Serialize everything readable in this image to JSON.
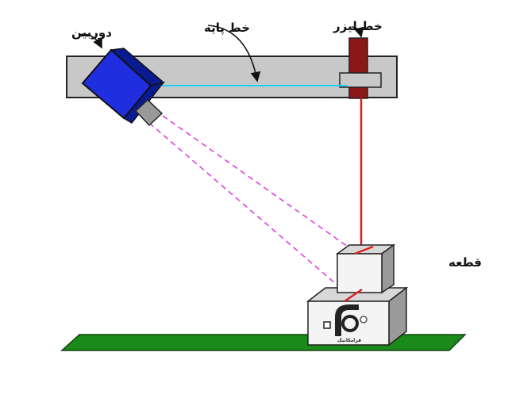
{
  "labels": {
    "camera": "دوربین",
    "baseline": "خط پایه",
    "laser_line": "خط لیزر",
    "part": "قطعه"
  },
  "logo": {
    "text": "فرامکانیک"
  },
  "colors": {
    "beam": "#c8c8c8",
    "camera_body": "#1f2fe0",
    "laser_housing": "#8b1818",
    "laser_beam": "#e02020",
    "baseline_arrow": "#20d0f0",
    "camera_view": "#e040e0",
    "ground": "#1a8a1a"
  }
}
